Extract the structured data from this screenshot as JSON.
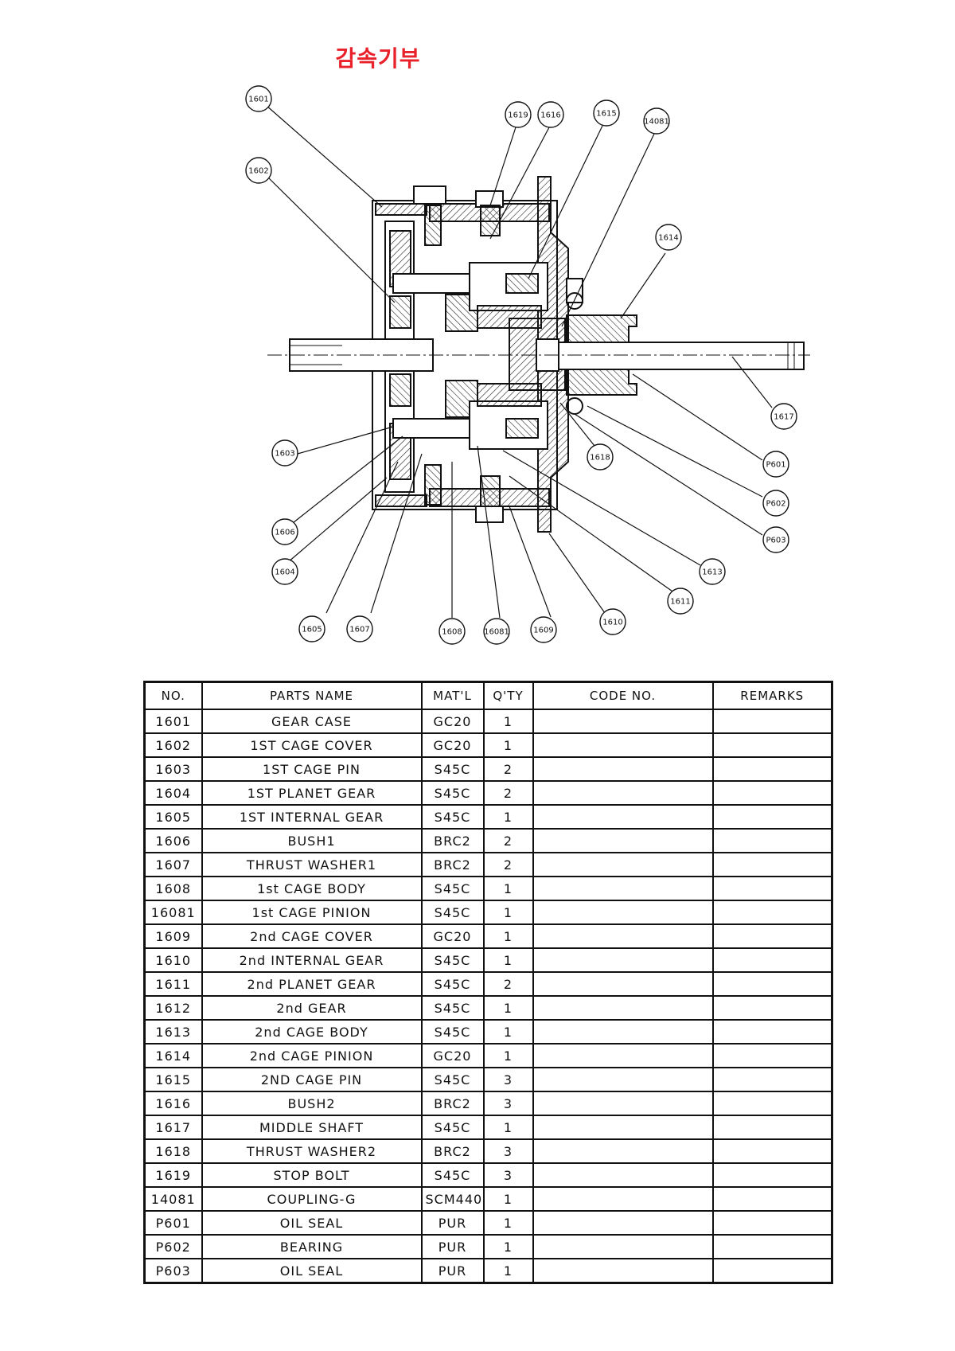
{
  "title": "감속기부",
  "callouts": [
    "1601",
    "1602",
    "1619",
    "1616",
    "1615",
    "14081",
    "1614",
    "1617",
    "P601",
    "P602",
    "P603",
    "1618",
    "1613",
    "1611",
    "1610",
    "1609",
    "16081",
    "1608",
    "1607",
    "1605",
    "1604",
    "1606",
    "1603"
  ],
  "table": {
    "headers": {
      "no": "NO.",
      "name": "PARTS NAME",
      "mat": "MAT'L",
      "qty": "Q'TY",
      "code": "CODE NO.",
      "remarks": "REMARKS"
    },
    "rows": [
      {
        "no": "1601",
        "name": "GEAR CASE",
        "mat": "GC20",
        "qty": "1"
      },
      {
        "no": "1602",
        "name": "1ST CAGE COVER",
        "mat": "GC20",
        "qty": "1"
      },
      {
        "no": "1603",
        "name": "1ST CAGE PIN",
        "mat": "S45C",
        "qty": "2"
      },
      {
        "no": "1604",
        "name": "1ST PLANET GEAR",
        "mat": "S45C",
        "qty": "2"
      },
      {
        "no": "1605",
        "name": "1ST INTERNAL GEAR",
        "mat": "S45C",
        "qty": "1"
      },
      {
        "no": "1606",
        "name": "BUSH1",
        "mat": "BRC2",
        "qty": "2"
      },
      {
        "no": "1607",
        "name": "THRUST WASHER1",
        "mat": "BRC2",
        "qty": "2"
      },
      {
        "no": "1608",
        "name": "1st CAGE BODY",
        "mat": "S45C",
        "qty": "1"
      },
      {
        "no": "16081",
        "name": "1st CAGE PINION",
        "mat": "S45C",
        "qty": "1"
      },
      {
        "no": "1609",
        "name": "2nd CAGE COVER",
        "mat": "GC20",
        "qty": "1"
      },
      {
        "no": "1610",
        "name": "2nd INTERNAL GEAR",
        "mat": "S45C",
        "qty": "1"
      },
      {
        "no": "1611",
        "name": "2nd PLANET GEAR",
        "mat": "S45C",
        "qty": "2"
      },
      {
        "no": "1612",
        "name": "2nd  GEAR",
        "mat": "S45C",
        "qty": "1"
      },
      {
        "no": "1613",
        "name": "2nd CAGE BODY",
        "mat": "S45C",
        "qty": "1"
      },
      {
        "no": "1614",
        "name": "2nd CAGE PINION",
        "mat": "GC20",
        "qty": "1"
      },
      {
        "no": "1615",
        "name": "2ND CAGE PIN",
        "mat": "S45C",
        "qty": "3"
      },
      {
        "no": "1616",
        "name": "BUSH2",
        "mat": "BRC2",
        "qty": "3"
      },
      {
        "no": "1617",
        "name": "MIDDLE SHAFT",
        "mat": "S45C",
        "qty": "1"
      },
      {
        "no": "1618",
        "name": "THRUST WASHER2",
        "mat": "BRC2",
        "qty": "3"
      },
      {
        "no": "1619",
        "name": "STOP BOLT",
        "mat": "S45C",
        "qty": "3"
      },
      {
        "no": "14081",
        "name": "COUPLING-G",
        "mat": "SCM440",
        "qty": "1"
      },
      {
        "no": "P601",
        "name": "OIL SEAL",
        "mat": "PUR",
        "qty": "1"
      },
      {
        "no": "P602",
        "name": "BEARING",
        "mat": "PUR",
        "qty": "1"
      },
      {
        "no": "P603",
        "name": "OIL SEAL",
        "mat": "PUR",
        "qty": "1"
      }
    ]
  }
}
